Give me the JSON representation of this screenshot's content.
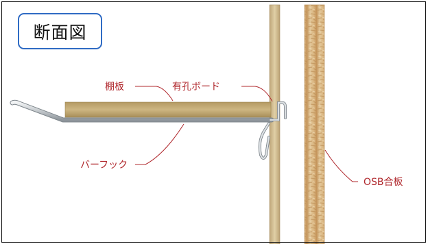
{
  "title": "断面図",
  "labels": {
    "shelf": "棚板",
    "pegboard": "有孔ボード",
    "bar_hook": "バーフック",
    "osb": "OSB合板"
  },
  "colors": {
    "label": "#b0282d",
    "badge_border": "#2f6bc4",
    "shelf": "#c7b07b",
    "pegboard": "#d6c29a",
    "osb": "#d8b98a",
    "hook": "#cfd3d6"
  }
}
